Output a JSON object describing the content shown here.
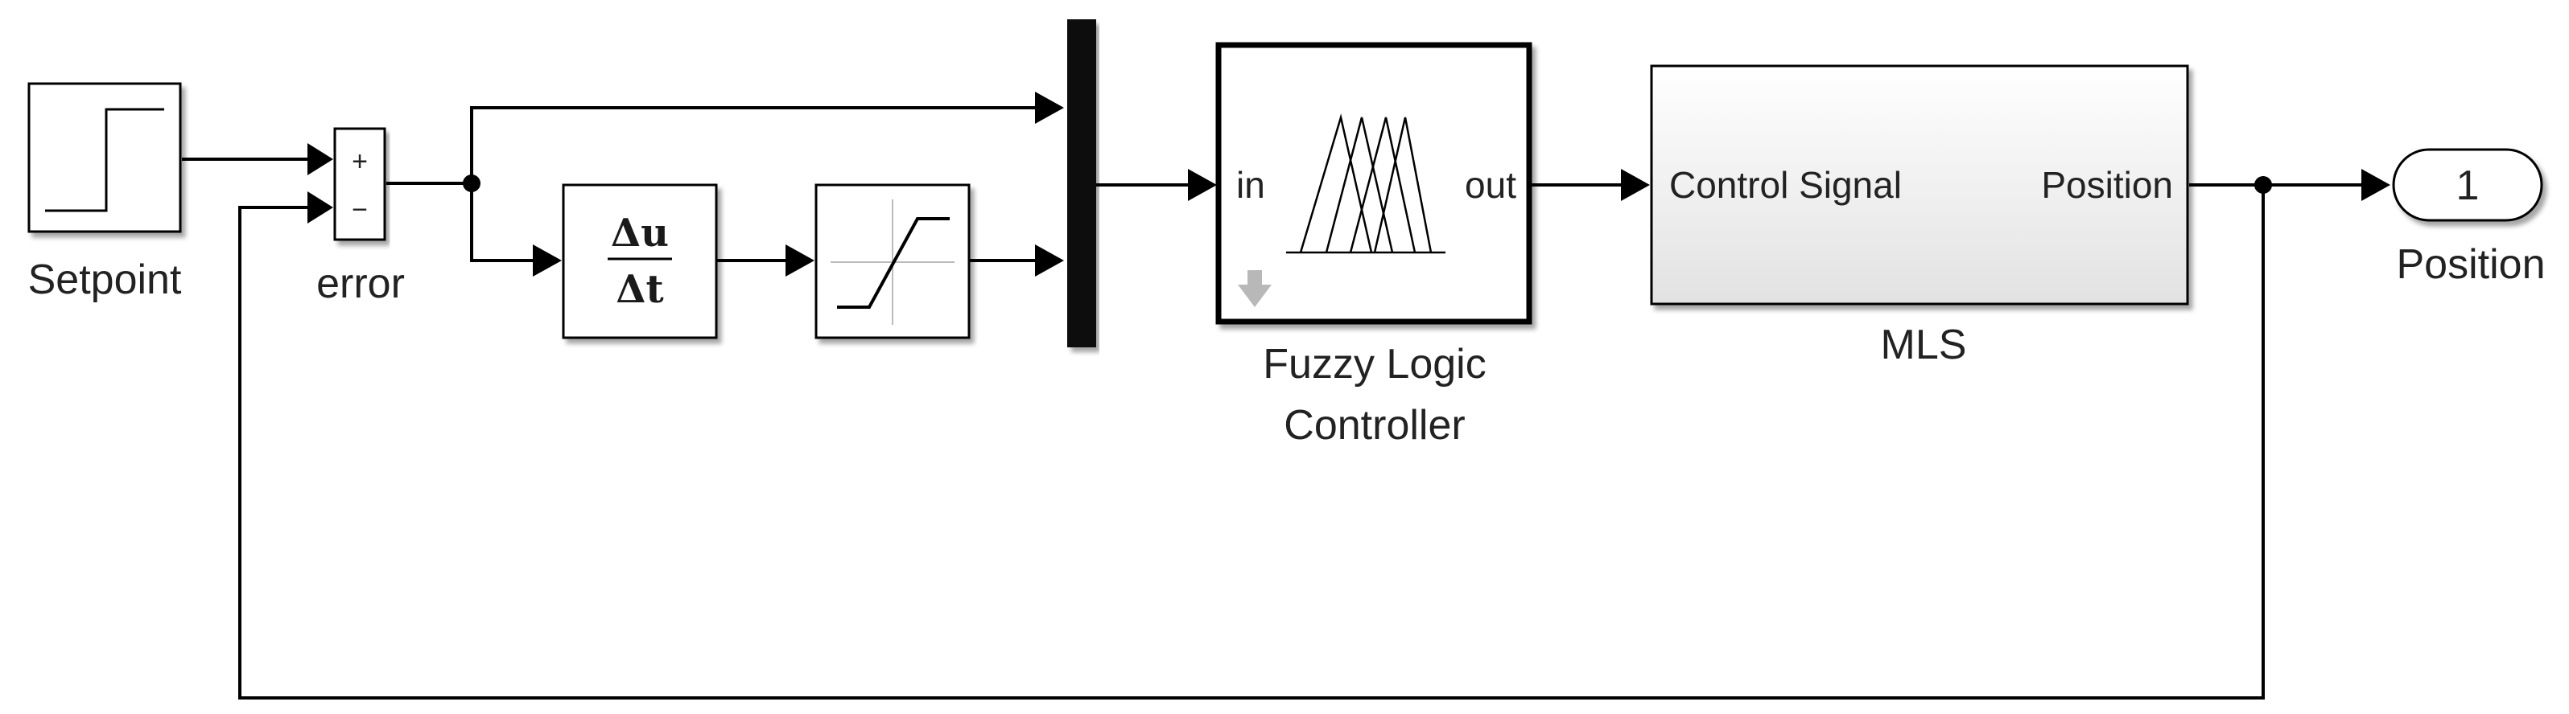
{
  "blocks": {
    "setpoint": {
      "label": "Setpoint"
    },
    "sum": {
      "label": "error",
      "plus": "+",
      "minus": "−"
    },
    "derivative": {
      "numerator": "Δu",
      "denominator": "Δt"
    },
    "fuzzy": {
      "label_line1": "Fuzzy Logic",
      "label_line2": "Controller",
      "in_port": "in",
      "out_port": "out"
    },
    "mls": {
      "label": "MLS",
      "in_port": "Control Signal",
      "out_port": "Position"
    },
    "outport": {
      "number": "1",
      "label": "Position"
    }
  },
  "colors": {
    "wire": "#000000",
    "mls_fill_top": "#ffffff",
    "mls_fill_bottom": "#e2e2e2",
    "mux": "#111111",
    "hint_arrow": "#b8b8b8"
  }
}
